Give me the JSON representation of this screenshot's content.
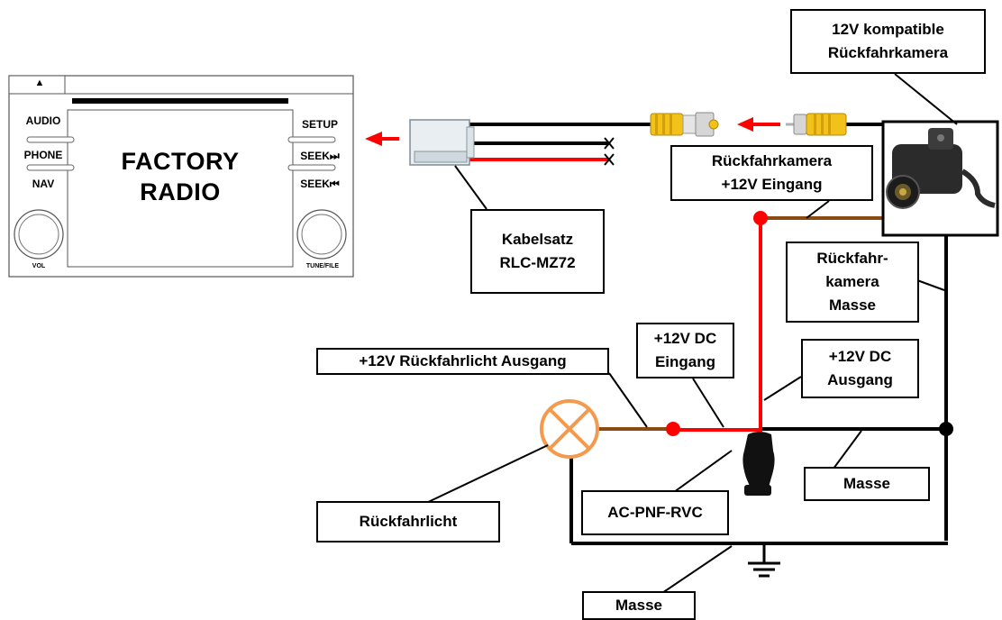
{
  "radio": {
    "eject_symbol": "▲",
    "left_buttons": [
      "AUDIO",
      "PHONE",
      "NAV"
    ],
    "right_buttons": [
      "SETUP",
      "SEEK⏭",
      "SEEK⏮"
    ],
    "screen_line1": "FACTORY",
    "screen_line2": "RADIO",
    "vol_label": "VOL",
    "tune_label": "TUNE/FILE"
  },
  "labels": {
    "camera": "12V kompatible\nRückfahrkamera",
    "harness": "Kabelsatz\nRLC-MZ72",
    "cam_power_in": "Rückfahrkamera\n+12V Eingang",
    "cam_ground": "Rückfahr-\nkamera\nMasse",
    "reverse_light_out": "+12V Rückfahrlicht  Ausgang",
    "dc_in": "+12V DC\nEingang",
    "dc_out": "+12V DC\nAusgang",
    "ground_right": "Masse",
    "module": "AC-PNF-RVC",
    "reverse_light": "Rückfahrlicht",
    "ground_bottom": "Masse"
  },
  "colors": {
    "wire_black": "#000000",
    "wire_red": "#ff0000",
    "wire_brown": "#8b4a12",
    "lamp": "#f39a4e",
    "rca_yellow": "#f2c21a"
  }
}
